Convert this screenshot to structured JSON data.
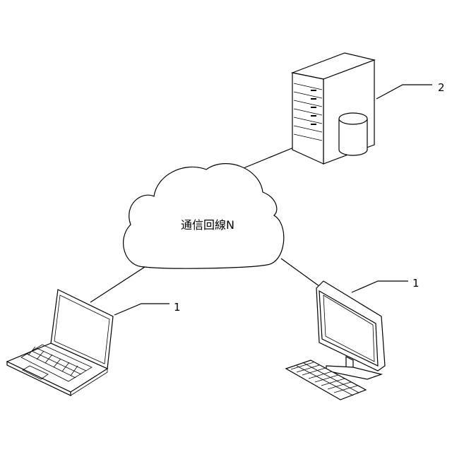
{
  "network": {
    "label": "通信回線N"
  },
  "server": {
    "ref": "2",
    "icon": "server-icon"
  },
  "laptop": {
    "ref": "1",
    "icon": "laptop-icon"
  },
  "desktop": {
    "ref": "1",
    "icon": "desktop-computer-icon"
  },
  "colors": {
    "line": "#000000",
    "background": "#ffffff"
  }
}
